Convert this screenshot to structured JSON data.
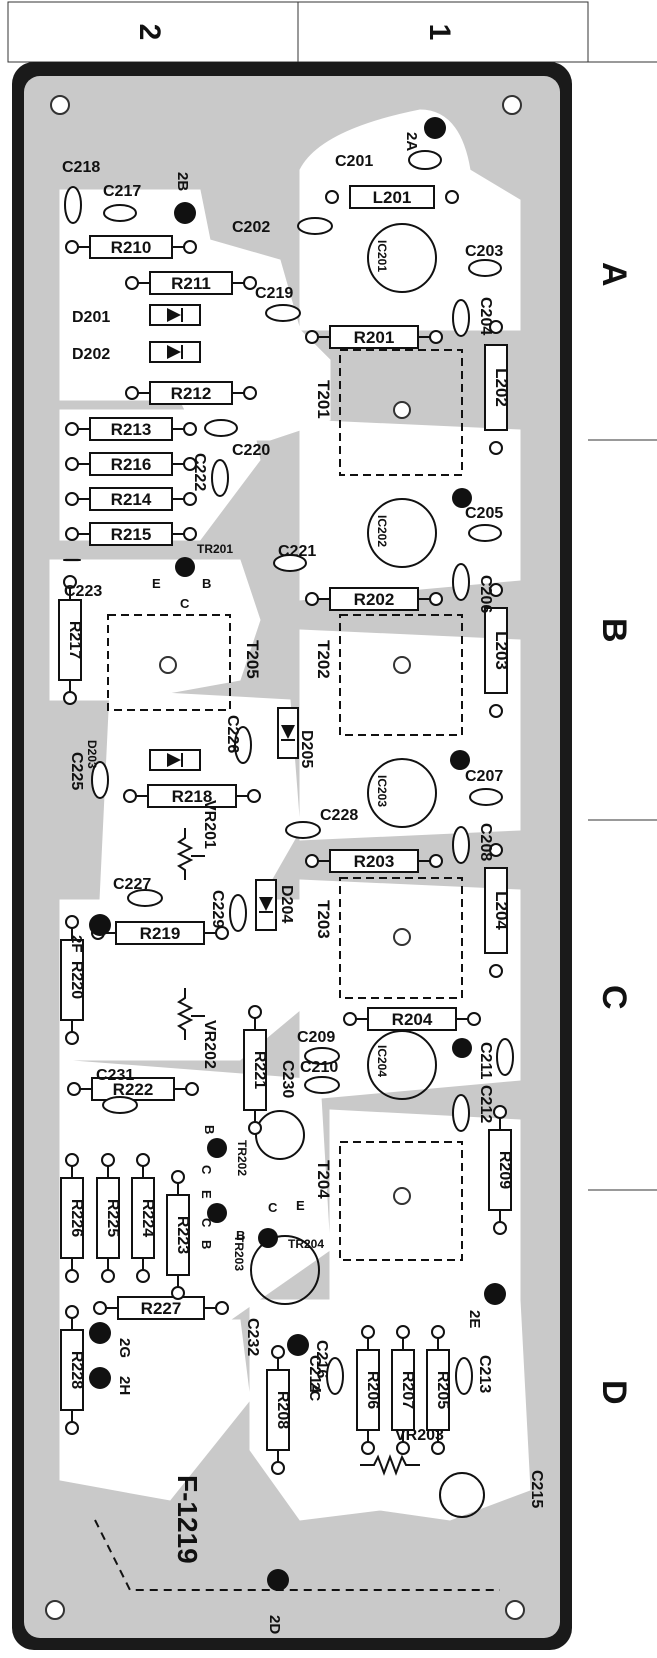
{
  "grid": {
    "columns": [
      "2",
      "1"
    ],
    "rows": [
      "A",
      "B",
      "C",
      "D"
    ]
  },
  "board_id": "F-1219",
  "colors": {
    "board": "#c9c9c9",
    "trace": "#ffffff",
    "component_fill": "#ffffff",
    "ink": "#111111"
  },
  "components": {
    "resistors": [
      "R201",
      "R202",
      "R203",
      "R204",
      "R205",
      "R206",
      "R207",
      "R208",
      "R209",
      "R210",
      "R211",
      "R212",
      "R213",
      "R214",
      "R215",
      "R216",
      "R217",
      "R218",
      "R219",
      "R220",
      "R221",
      "R222",
      "R223",
      "R224",
      "R225",
      "R226",
      "R227",
      "R228"
    ],
    "capacitors": [
      "C201",
      "C202",
      "C203",
      "C204",
      "C205",
      "C206",
      "C207",
      "C208",
      "C209",
      "C210",
      "C211",
      "C212",
      "C213",
      "C214",
      "C215",
      "C216",
      "C217",
      "C218",
      "C219",
      "C220",
      "C221",
      "C222",
      "C223",
      "C225",
      "C226",
      "C227",
      "C228",
      "C229",
      "C230",
      "C231",
      "C232"
    ],
    "inductors": [
      "L201",
      "L202",
      "L203",
      "L204"
    ],
    "diodes": [
      "D201",
      "D202",
      "D203",
      "D204",
      "D205"
    ],
    "ics": [
      "IC201",
      "IC202",
      "IC203",
      "IC204"
    ],
    "transformers": [
      "T201",
      "T202",
      "T203",
      "T204",
      "T205"
    ],
    "transistors": [
      "TR201",
      "TR202",
      "TR203",
      "TR204"
    ],
    "variable_resistors": [
      "VR201",
      "VR202",
      "VR203"
    ],
    "terminals": [
      "2A",
      "2B",
      "2C",
      "2D",
      "2E",
      "2F",
      "2G",
      "2H"
    ],
    "pin_letters": {
      "emitter": "E",
      "base": "B",
      "collector": "C"
    }
  }
}
